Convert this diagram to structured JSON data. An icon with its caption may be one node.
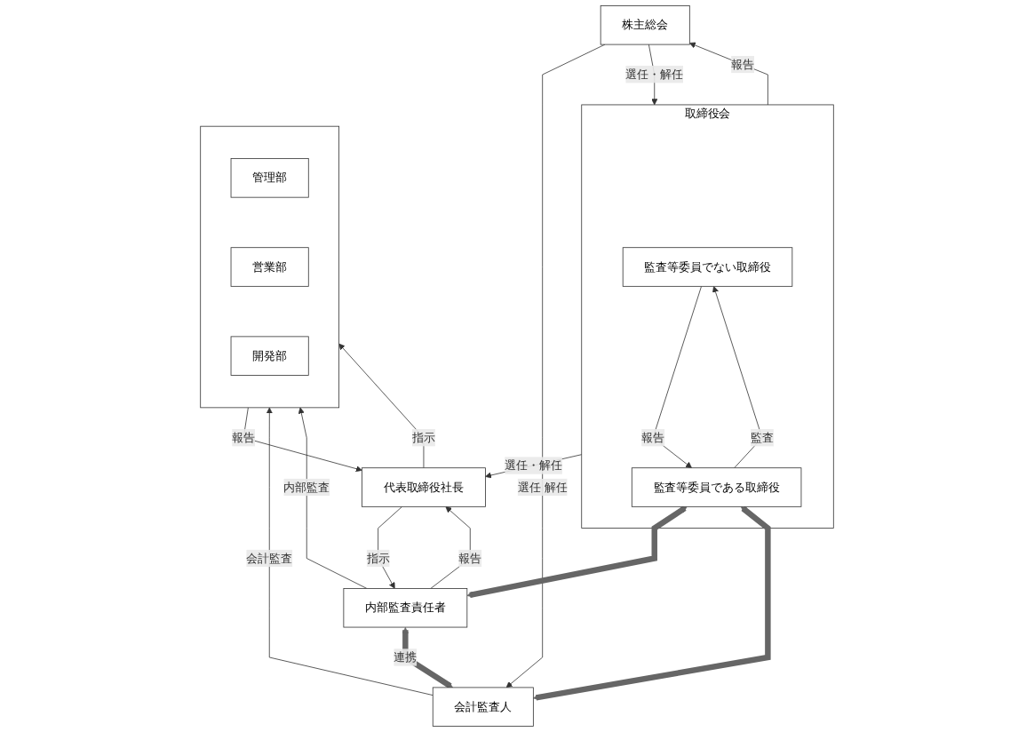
{
  "diagram": {
    "nodes": [
      {
        "text": [
          "株主総会"
        ]
      },
      {
        "text": [
          "取締役会"
        ]
      },
      {
        "text": [
          "監査等委員でない取締役"
        ],
        "in": 1
      },
      {
        "text": [
          "監査等委員である取締役"
        ],
        "in": 1
      },
      {
        "text": [
          "代表取締役社長"
        ]
      },
      {
        "text": [
          "内部監査責任者"
        ]
      },
      {
        "text": [
          "会計監査人"
        ]
      },
      {
        "text": [],
        "shape": "box"
      },
      {
        "text": [
          "管理部"
        ],
        "in": 7
      },
      {
        "text": [
          "営業部"
        ],
        "in": 7
      },
      {
        "text": [
          "開発部"
        ],
        "in": 7
      }
    ],
    "edges": [
      {
        "from": 0,
        "to": 1,
        "arrow": "to",
        "label": "選任・解任"
      },
      {
        "from": 1,
        "to": 0,
        "arrow": "to",
        "label": "報告"
      },
      {
        "from": 0,
        "to": 6,
        "arrow": "to",
        "label": "選任 解任"
      },
      {
        "from": 3,
        "to": 2,
        "arrow": "to",
        "label": "監査"
      },
      {
        "from": 2,
        "to": 3,
        "arrow": "to",
        "label": "報告"
      },
      {
        "from": 1,
        "to": 4,
        "arrow": "to",
        "label": "選任・解任"
      },
      {
        "from": 4,
        "to": 5,
        "arrow": "to",
        "label": "指示"
      },
      {
        "from": 5,
        "to": 4,
        "arrow": "to",
        "label": "報告"
      },
      {
        "from": 4,
        "to": 7,
        "arrow": "to",
        "label": "指示"
      },
      {
        "from": 7,
        "to": 4,
        "arrow": "to",
        "label": "報告"
      },
      {
        "from": 5,
        "to": 7,
        "arrow": "to",
        "label": "内部監査"
      },
      {
        "from": 6,
        "to": 7,
        "arrow": "to",
        "label": "会計監査"
      },
      {
        "from": 5,
        "to": 6,
        "arrow": "both",
        "label": "連携",
        "style": "thick",
        "color": "#666666"
      },
      {
        "from": 3,
        "to": 5,
        "arrow": "both",
        "style": "thick",
        "color": "#666666"
      },
      {
        "from": 3,
        "to": 6,
        "arrow": "both",
        "style": "thick",
        "color": "#666666"
      }
    ]
  }
}
